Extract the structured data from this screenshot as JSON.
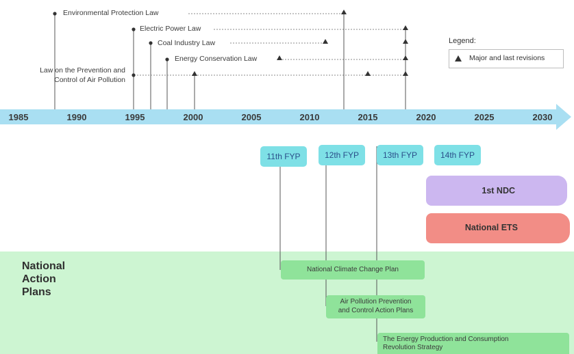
{
  "timeline": {
    "years": [
      "1985",
      "1990",
      "1995",
      "2000",
      "2005",
      "2010",
      "2015",
      "2020",
      "2025",
      "2030"
    ]
  },
  "laws": [
    {
      "label": "Environmental Protection Law"
    },
    {
      "label": "Electric Power Law"
    },
    {
      "label": "Coal Industry Law"
    },
    {
      "label": "Energy Conservation Law"
    },
    {
      "label": "Law on the Prevention and Control of Air Pollution",
      "lines": [
        "Law on the Prevention and",
        "Control of Air Pollution"
      ]
    }
  ],
  "legend": {
    "title": "Legend:",
    "item": "Major and last revisions"
  },
  "fyps": [
    {
      "label": "11th FYP"
    },
    {
      "label": "12th FYP"
    },
    {
      "label": "13th FYP"
    },
    {
      "label": "14th FYP"
    }
  ],
  "bands": {
    "ndc": "1st NDC",
    "ets": "National ETS",
    "nap_lines": [
      "National",
      "Action",
      "Plans"
    ]
  },
  "plans": {
    "climate": "National Climate Change Plan",
    "air": [
      "Air Pollution Prevention",
      "and Control Action Plans"
    ],
    "energy": [
      "The Energy Production and Consumption",
      "Revolution Strategy"
    ]
  },
  "colors": {
    "axis": "#a9dff2",
    "fyp": "#7ee0e6",
    "ndc": "#ccb7f0",
    "ets": "#f28d86",
    "nap_band": "#cdf5d2",
    "plan": "#8fe39a",
    "marker": "#333333"
  }
}
